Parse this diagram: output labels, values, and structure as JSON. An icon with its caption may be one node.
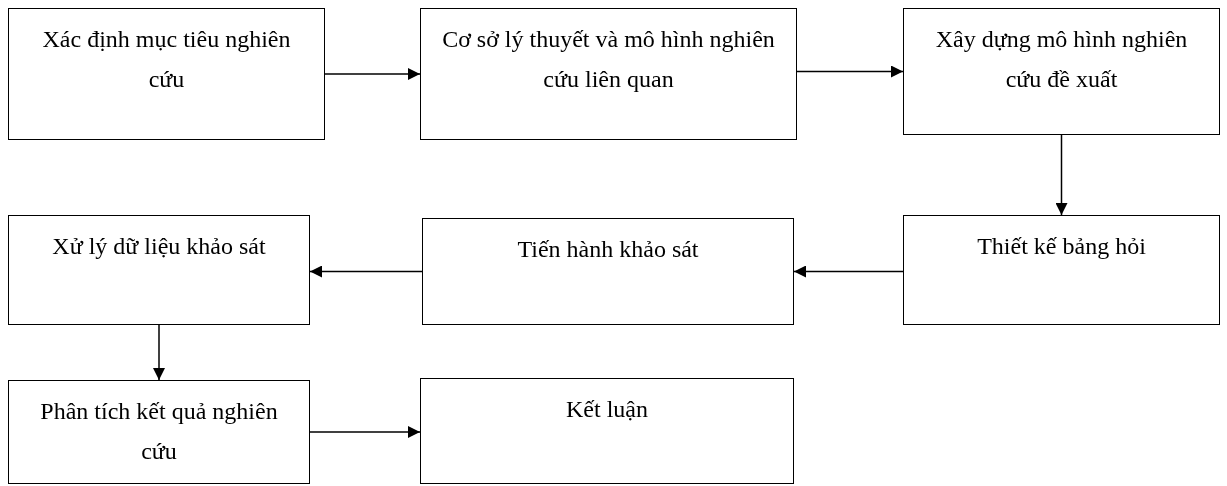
{
  "diagram": {
    "nodes": [
      {
        "text": [
          "Xác định mục tiêu nghiên cứu"
        ]
      },
      {
        "text": [
          "Cơ sở lý thuyết và mô hình nghiên cứu liên quan"
        ]
      },
      {
        "text": [
          "Xây dựng mô hình nghiên cứu đề xuất"
        ]
      },
      {
        "text": [
          "Thiết kế bảng hỏi"
        ]
      },
      {
        "text": [
          "Tiến hành khảo sát"
        ]
      },
      {
        "text": [
          "Xử lý dữ liệu khảo sát"
        ]
      },
      {
        "text": [
          "Phân tích kết quả nghiên cứu"
        ]
      },
      {
        "text": [
          "Kết luận"
        ]
      }
    ],
    "edges": [
      {
        "from": 0,
        "to": 1,
        "arrow": "to"
      },
      {
        "from": 1,
        "to": 2,
        "arrow": "to"
      },
      {
        "from": 2,
        "to": 3,
        "arrow": "to"
      },
      {
        "from": 3,
        "to": 4,
        "arrow": "to"
      },
      {
        "from": 4,
        "to": 5,
        "arrow": "to"
      },
      {
        "from": 5,
        "to": 6,
        "arrow": "to"
      },
      {
        "from": 6,
        "to": 7,
        "arrow": "to"
      }
    ]
  }
}
